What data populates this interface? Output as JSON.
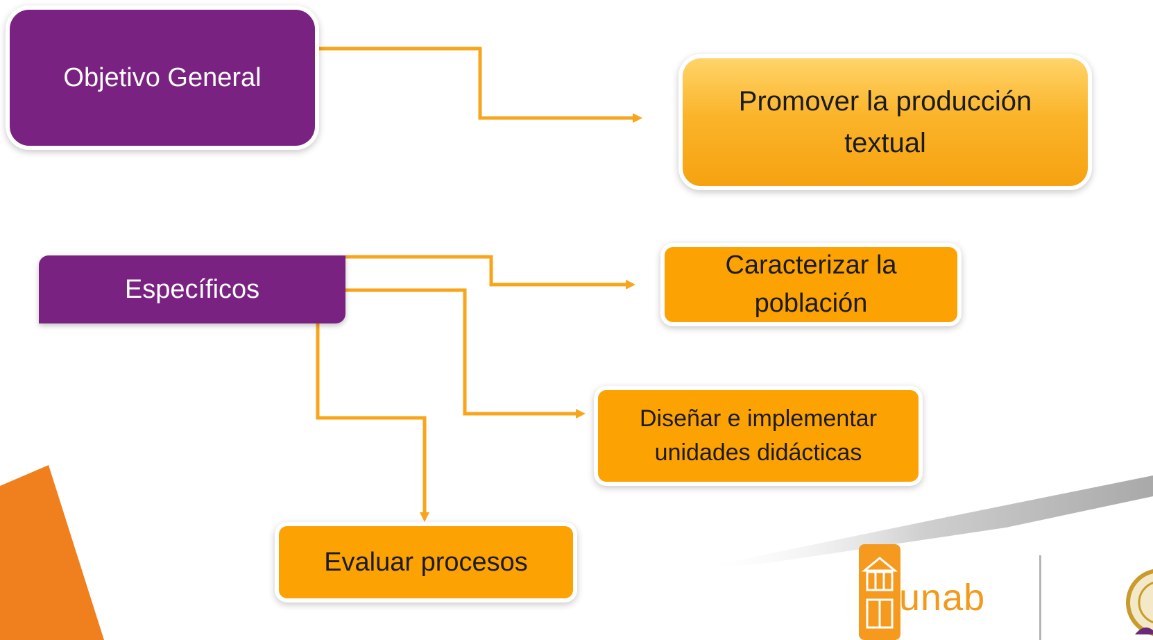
{
  "nodes": {
    "general": "Objetivo General",
    "especificos": "Específicos",
    "promover": "Promover la producción textual",
    "caracterizar": "Caracterizar la población",
    "disenar_l1": "Diseñar e implementar",
    "disenar_l2": "unidades didácticas",
    "evaluar": "Evaluar procesos"
  },
  "logo": {
    "label": "unab"
  },
  "colors": {
    "purple": "#7a2282",
    "orange": "#fca203",
    "connector": "#f8a51c",
    "accent_shape": "#f07f1e"
  }
}
